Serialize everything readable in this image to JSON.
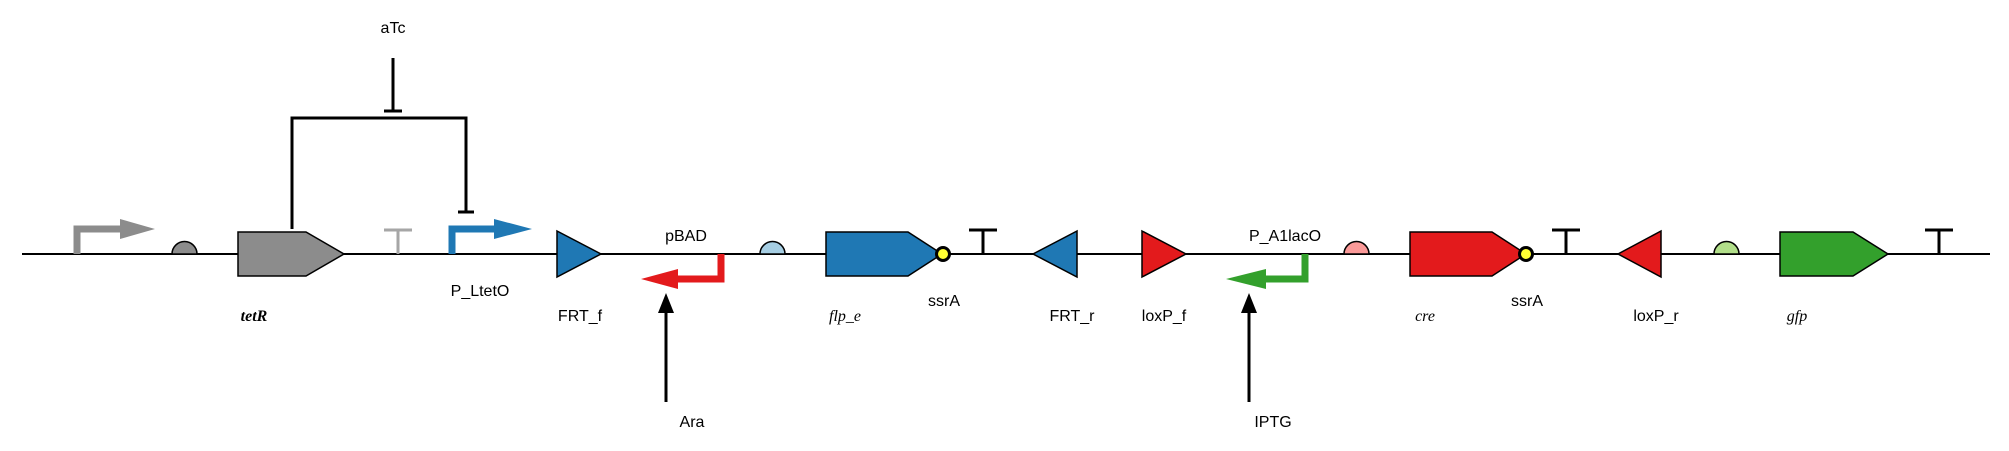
{
  "labels": {
    "inducer_atc": "aTc",
    "inducer_ara": "Ara",
    "inducer_iptg": "IPTG",
    "promoter_ptet": "P_LtetO",
    "promoter_pbad": "pBAD",
    "promoter_pa1lac": "P_A1lacO",
    "gene_tetr": "tetR",
    "gene_flp": "flp_e",
    "gene_cre": "cre",
    "gene_gfp": "gfp",
    "frt_f": "FRT_f",
    "frt_r": "FRT_r",
    "loxp_f": "loxP_f",
    "loxp_r": "loxP_r",
    "ssra_1": "ssrA",
    "ssra_2": "ssrA"
  },
  "colors": {
    "grey": "#8c8c8c",
    "blue": "#1f78b4",
    "red": "#e31a1c",
    "green": "#33a02c",
    "light_blue": "#a6cee3",
    "light_red": "#fb9a99",
    "light_green": "#b2df8a",
    "degradation_tag": "#ffff33"
  }
}
